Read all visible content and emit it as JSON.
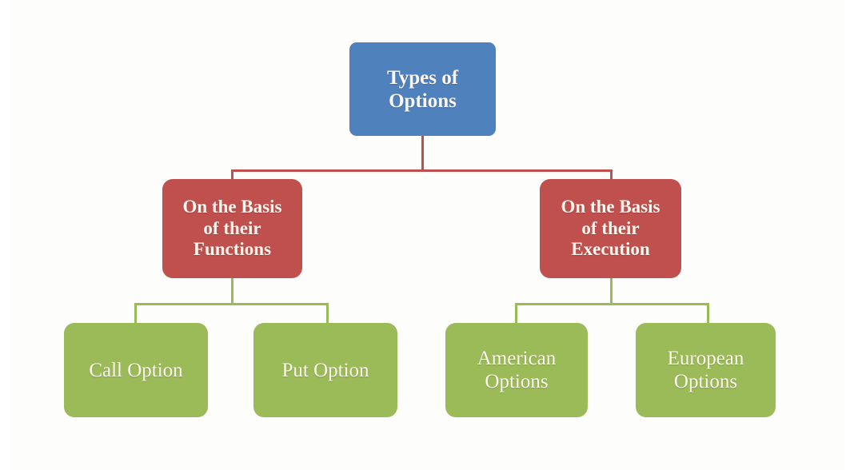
{
  "diagram": {
    "title": "Types of Options",
    "type": "hierarchy-tree",
    "colors": {
      "root": "#4F81BD",
      "branch": "#C0504D",
      "leaf": "#9BBB59",
      "background": "#FDFDFC",
      "text": "#FDF6EF"
    },
    "root": {
      "label": "Types of\nOptions"
    },
    "branches": [
      {
        "label": "On the Basis\nof their\nFunctions"
      },
      {
        "label": "On the Basis\nof their\nExecution"
      }
    ],
    "leaves": [
      {
        "label": "Call Option"
      },
      {
        "label": "Put Option"
      },
      {
        "label": "American\nOptions"
      },
      {
        "label": "European\nOptions"
      }
    ]
  }
}
